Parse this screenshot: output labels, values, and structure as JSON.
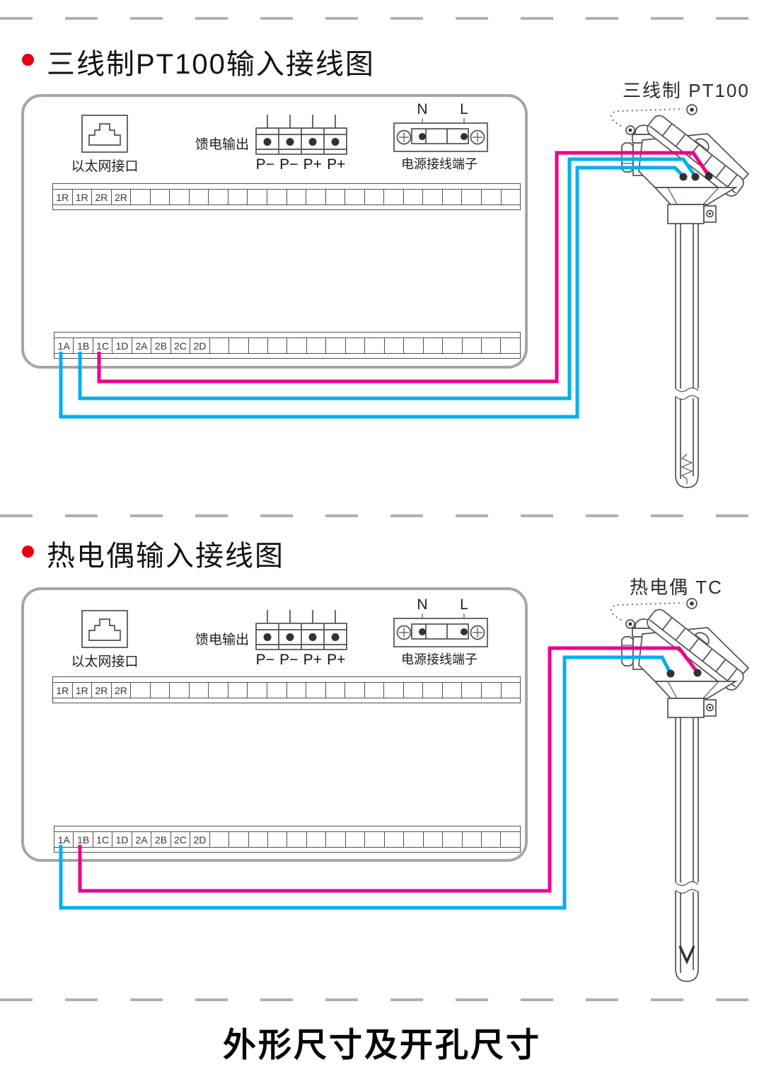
{
  "page": {
    "bottom_title": "外形尺寸及开孔尺寸"
  },
  "colors": {
    "wire_magenta": "#ec008c",
    "wire_cyan": "#00b0f0",
    "line_art": "#564e50",
    "panel_border": "#a8a5a6",
    "bullet_red": "#e60012",
    "dash_gray": "#b3b0b1"
  },
  "sections": [
    {
      "title": "三线制PT100输入接线图",
      "sensor_label": "三线制 PT100",
      "ethernet_label": "以太网接口",
      "feed_label": "馈电输出",
      "feed_terminals": [
        "P−",
        "P−",
        "P+",
        "P+"
      ],
      "power_label": "电源接线端子",
      "power_terminals": [
        "N",
        "L"
      ],
      "row1_cells": [
        "1R",
        "1R",
        "2R",
        "2R"
      ],
      "row2_cells": [
        "1A",
        "1B",
        "1C",
        "1D",
        "2A",
        "2B",
        "2C",
        "2D"
      ]
    },
    {
      "title": "热电偶输入接线图",
      "sensor_label": "热电偶 TC",
      "ethernet_label": "以太网接口",
      "feed_label": "馈电输出",
      "feed_terminals": [
        "P−",
        "P−",
        "P+",
        "P+"
      ],
      "power_label": "电源接线端子",
      "power_terminals": [
        "N",
        "L"
      ],
      "row1_cells": [
        "1R",
        "1R",
        "2R",
        "2R"
      ],
      "row2_cells": [
        "1A",
        "1B",
        "1C",
        "1D",
        "2A",
        "2B",
        "2C",
        "2D"
      ]
    }
  ]
}
